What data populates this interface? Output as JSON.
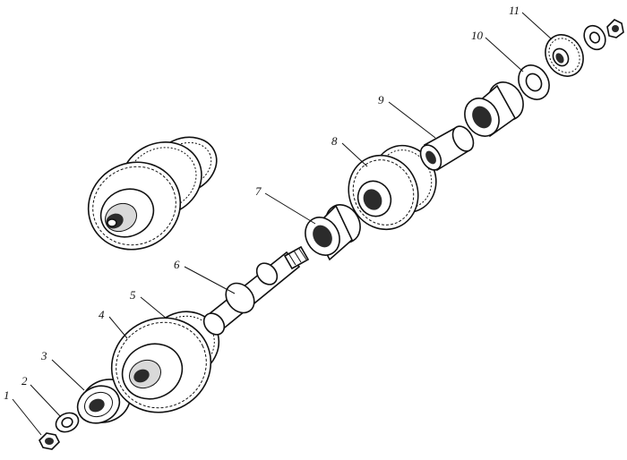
{
  "diagram": {
    "parts": [
      {
        "label": "1",
        "name": "nut"
      },
      {
        "label": "2",
        "name": "washer"
      },
      {
        "label": "3",
        "name": "ball bearing"
      },
      {
        "label": "4",
        "name": "large gear"
      },
      {
        "label": "5",
        "name": "gear hub"
      },
      {
        "label": "6",
        "name": "shaft"
      },
      {
        "label": "7",
        "name": "needle bearing"
      },
      {
        "label": "8",
        "name": "double gear"
      },
      {
        "label": "9",
        "name": "sleeve"
      },
      {
        "label": "10",
        "name": "thrust washer"
      },
      {
        "label": "11",
        "name": "small gear"
      }
    ]
  }
}
